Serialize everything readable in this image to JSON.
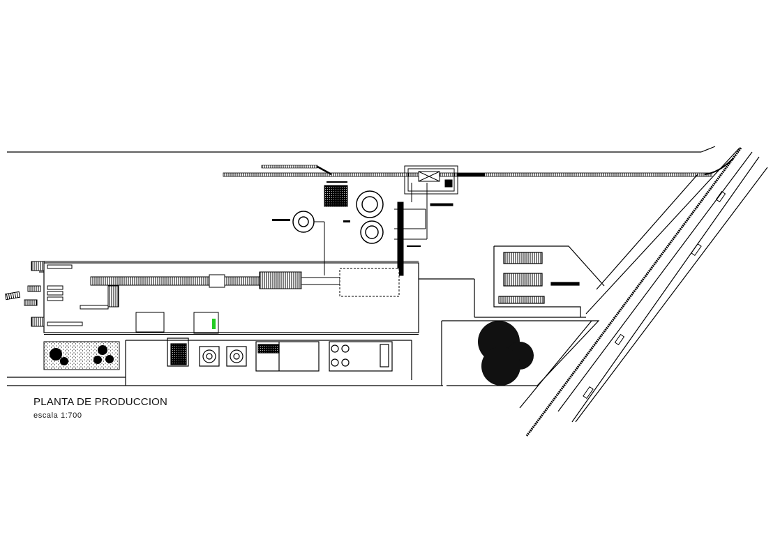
{
  "drawing": {
    "title": "PLANTA DE PRODUCCION",
    "scale_label": "escala  1:700",
    "background_color": "#ffffff",
    "line_color": "#000000",
    "accent_color": "#22cc22"
  },
  "elements": {
    "railway_top": "railway-track",
    "railway_diagonal": "railway-track",
    "production_building": "production-hall",
    "silos": [
      "silo-1",
      "silo-2",
      "silo-3"
    ],
    "parking_lot": "parking-area",
    "tree_cluster": "trees",
    "garden": "garden-area",
    "treatment_units": [
      "tank-1",
      "tank-2",
      "process-unit-1",
      "process-unit-2"
    ],
    "highway": "diagonal-road"
  }
}
